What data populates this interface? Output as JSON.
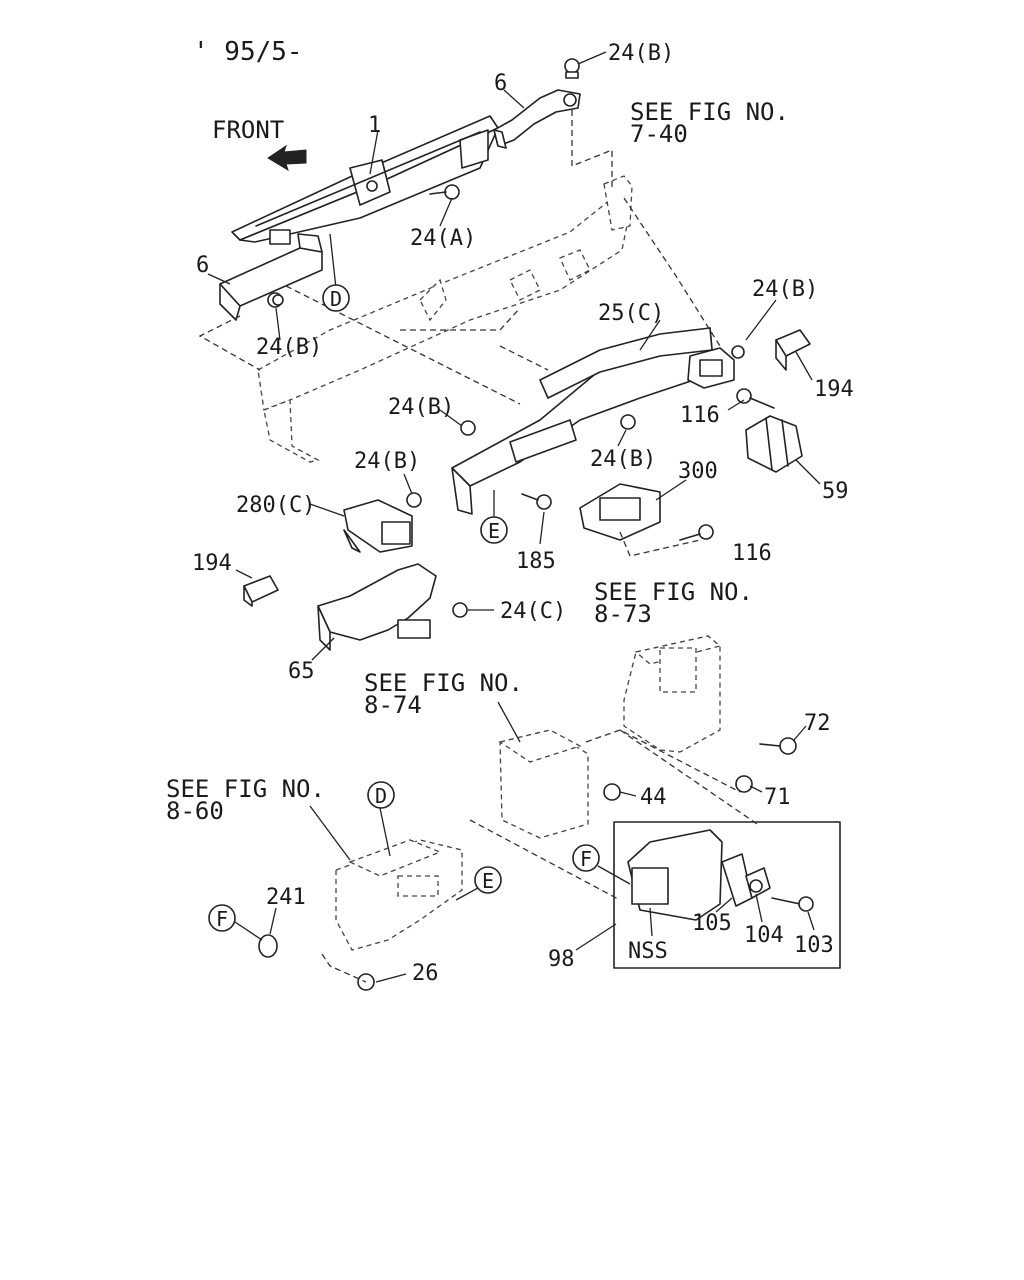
{
  "date_code": "' 95/5-",
  "direction": "FRONT",
  "refs": {
    "fig_7_40": [
      "SEE FIG NO.",
      "7-40"
    ],
    "fig_8_73": [
      "SEE FIG NO.",
      "8-73"
    ],
    "fig_8_74": [
      "SEE FIG NO.",
      "8-74"
    ],
    "fig_8_60": [
      "SEE FIG NO.",
      "8-60"
    ]
  },
  "callouts": [
    "D",
    "E",
    "F"
  ],
  "parts": {
    "p1": "1",
    "p6_upper": "6",
    "p6_left": "6",
    "p24b_top": "24(B)",
    "p24a": "24(A)",
    "p24b_left": "24(B)",
    "p24b_right": "24(B)",
    "p24b_mid": "24(B)",
    "p24b_lower": "24(B)",
    "p24b_low2": "24(B)",
    "p24c": "24(C)",
    "p25c": "25(C)",
    "p194_right": "194",
    "p194_left": "194",
    "p116_a": "116",
    "p116_b": "116",
    "p59": "59",
    "p300": "300",
    "p280c": "280(C)",
    "p185": "185",
    "p65": "65",
    "p72": "72",
    "p71": "71",
    "p44": "44",
    "p241": "241",
    "p26": "26",
    "p98": "98",
    "p105": "105",
    "p104": "104",
    "p103": "103",
    "nss": "NSS"
  }
}
